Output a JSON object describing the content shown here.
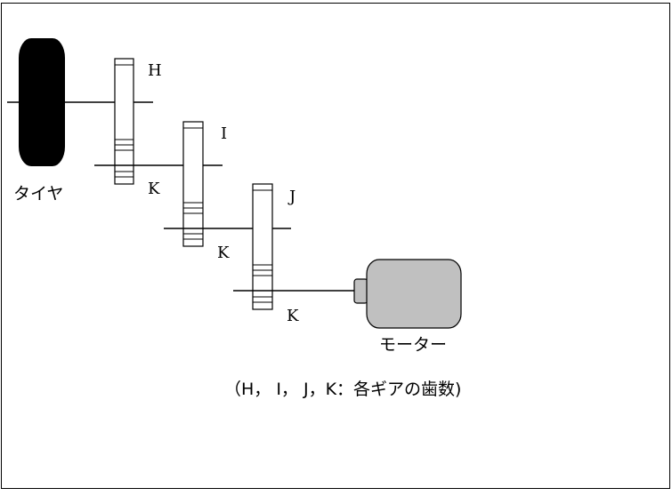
{
  "labels": {
    "tire": "タイヤ",
    "motor": "モーター",
    "caption": "（H，  I，  J，K：各ギアの歯数)",
    "gear_h": "H",
    "gear_i": "I",
    "gear_j": "J",
    "gear_k1": "K",
    "gear_k2": "K",
    "gear_k3": "K"
  },
  "colors": {
    "outline": "#000000",
    "tire": "#000000",
    "motor_body": "#c0c0c0",
    "background": "#ffffff"
  }
}
